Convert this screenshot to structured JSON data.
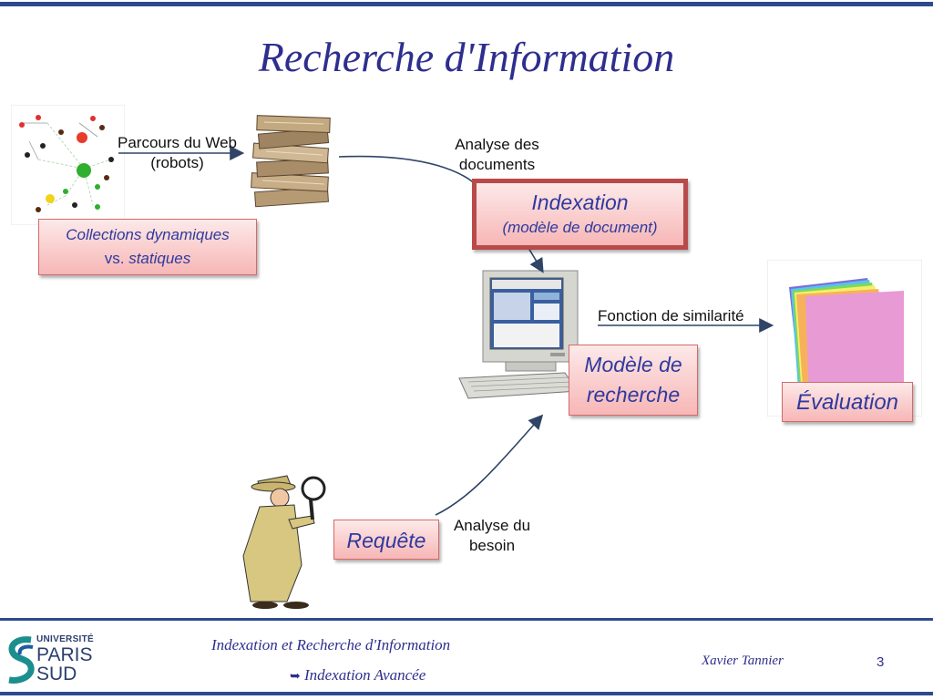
{
  "slide": {
    "title": "Recherche d'Information"
  },
  "labels": {
    "crawl_line1": "Parcours du Web",
    "crawl_line2": "(robots)",
    "doc_analysis_line1": "Analyse des",
    "doc_analysis_line2": "documents",
    "similarity": "Fonction de similarité",
    "need_analysis_line1": "Analyse du",
    "need_analysis_line2": "besoin"
  },
  "boxes": {
    "collections_line1": "Collections dynamiques",
    "collections_vs": "vs. ",
    "collections_static": "statiques",
    "indexation_title": "Indexation",
    "indexation_sub": "(modèle de document)",
    "model_line1": "Modèle de",
    "model_line2": "recherche",
    "evaluation": "Évaluation",
    "query": "Requête"
  },
  "footer": {
    "university_line1": "UNIVERSITÉ",
    "university_line2": "PARIS",
    "university_line3": "SUD",
    "course_title": "Indexation et Recherche d'Information",
    "course_sub": "Indexation Avancée",
    "author": "Xavier Tannier",
    "page_number": "3"
  },
  "colors": {
    "frame_blue": "#2e4a8e",
    "title_blue": "#2e2e8e",
    "box_text": "#2e3a9e",
    "arrow": "#2f4466"
  }
}
